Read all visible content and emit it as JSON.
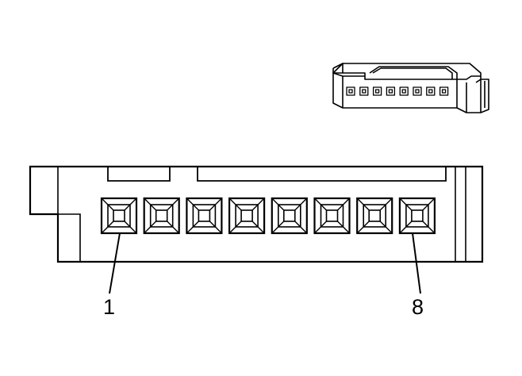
{
  "diagram": {
    "connector": {
      "cavity_count": 8,
      "pin_labels": {
        "first": "1",
        "last": "8"
      }
    },
    "colors": {
      "line": "#000000",
      "background": "#ffffff"
    }
  }
}
